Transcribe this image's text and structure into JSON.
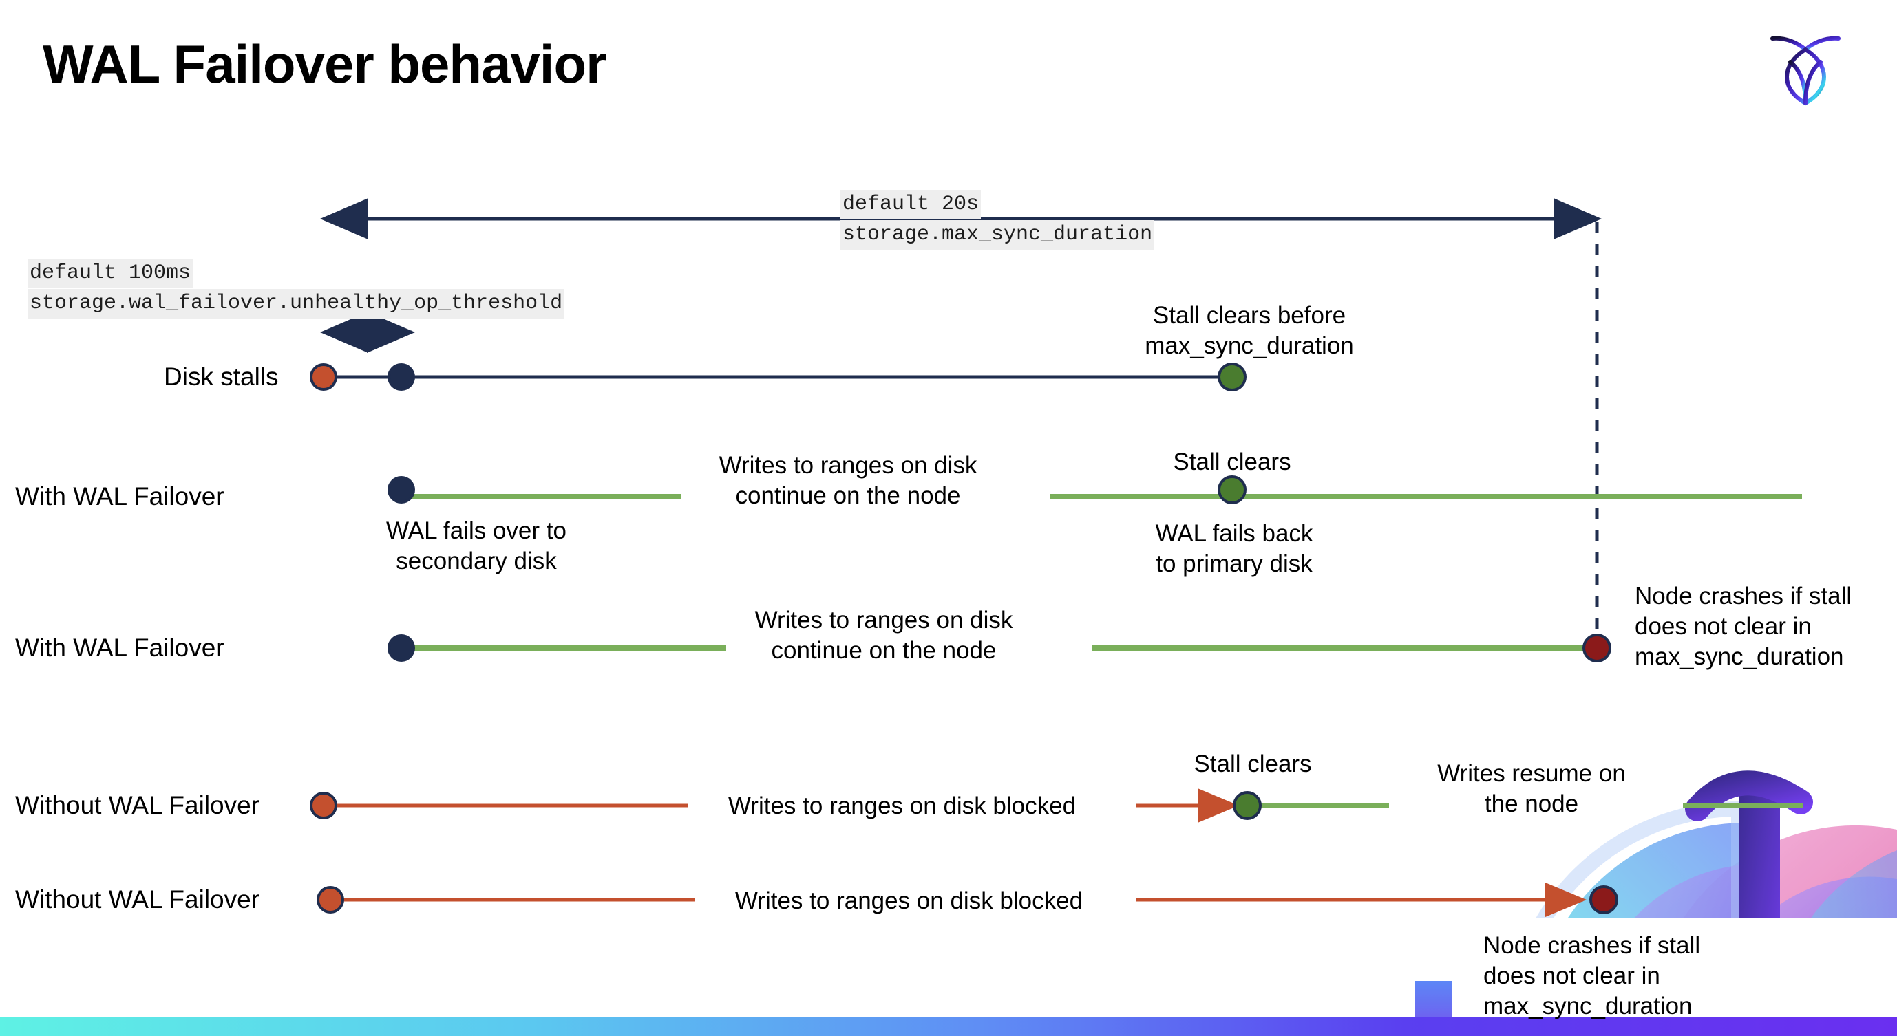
{
  "slide": {
    "title": "WAL Failover behavior",
    "brand_logo": "cockroachdb-logo-icon"
  },
  "colors": {
    "navy": "#1f2d4e",
    "green_line": "#7aaf5a",
    "green_dot": "#4a7c2f",
    "orange_line": "#c4502e",
    "orange_dot": "#c4502e",
    "dark_red_dot": "#8b1a1a",
    "code_bg": "#eeeeee",
    "bottom_bar_from": "#5ef1e4",
    "bottom_bar_to": "#6a2ff0"
  },
  "config_labels": [
    {
      "id": "max-sync-duration",
      "default": "default 20s",
      "setting": "storage.max_sync_duration"
    },
    {
      "id": "unhealthy-op-threshold",
      "default": "default 100ms",
      "setting": "storage.wal_failover.unhealthy_op_threshold"
    }
  ],
  "rows": [
    {
      "id": "disk-stalls",
      "label": "Disk stalls"
    },
    {
      "id": "with-wal-failover-1",
      "label": "With WAL Failover"
    },
    {
      "id": "with-wal-failover-2",
      "label": "With WAL Failover"
    },
    {
      "id": "without-wal-failover-1",
      "label": "Without WAL Failover"
    },
    {
      "id": "without-wal-failover-2",
      "label": "Without WAL Failover"
    }
  ],
  "annotations": {
    "stall_clears_before": "Stall clears before\nmax_sync_duration",
    "stall_clears_row2": "Stall clears",
    "wal_fails_over": "WAL fails over to\nsecondary disk",
    "writes_continue_row2": "Writes to ranges on disk\ncontinue on the node",
    "wal_fails_back": "WAL fails  back\nto primary disk",
    "writes_continue_row3": "Writes to ranges on disk\ncontinue on the node",
    "node_crashes_row3": "Node crashes if stall\ndoes not clear in\nmax_sync_duration",
    "writes_blocked_row4": "Writes to ranges on disk  blocked",
    "stall_clears_row4": "Stall clears",
    "writes_resume_row4": "Writes resume on\nthe node",
    "writes_blocked_row5": "Writes to ranges on disk  blocked",
    "node_crashes_row5": "Node crashes if stall\ndoes not clear in\nmax_sync_duration"
  }
}
